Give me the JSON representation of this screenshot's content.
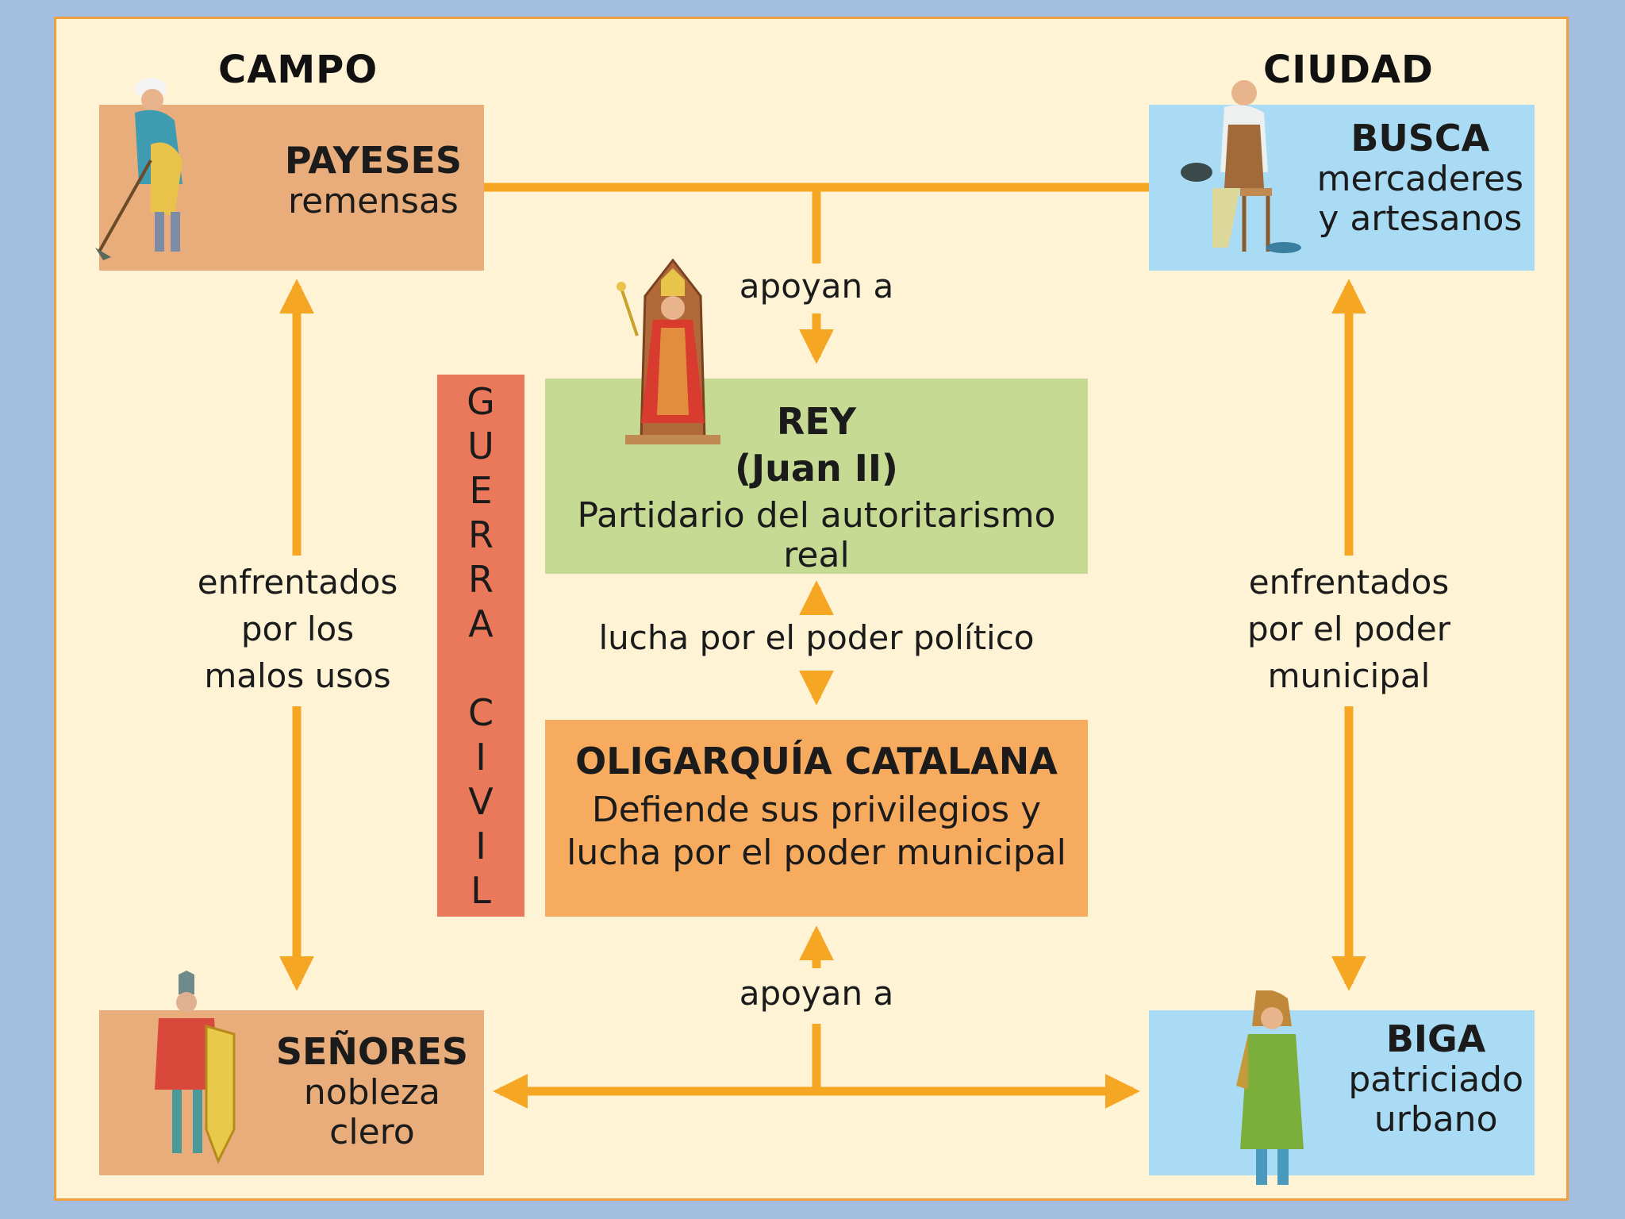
{
  "headings": {
    "campo": "CAMPO",
    "ciudad": "CIUDAD"
  },
  "payeses": {
    "title": "PAYESES",
    "subtitle": "remensas"
  },
  "busca": {
    "title": "BUSCA",
    "line1": "mercaderes",
    "line2": "y artesanos"
  },
  "senores": {
    "title": "SEÑORES",
    "line1": "nobleza",
    "line2": "clero"
  },
  "biga": {
    "title": "BIGA",
    "line1": "patriciado",
    "line2": "urbano"
  },
  "rey": {
    "title": "REY",
    "name": "(Juan II)",
    "description": "Partidario del autoritarismo real"
  },
  "oligarquia": {
    "title": "OLIGARQUÍA CATALANA",
    "line1": "Defiende sus privilegios y",
    "line2": "lucha por el poder municipal"
  },
  "guerra_civil": [
    "G",
    "U",
    "E",
    "R",
    "R",
    "A",
    "",
    "C",
    "I",
    "V",
    "I",
    "L"
  ],
  "labels": {
    "apoyan_top": "apoyan a",
    "apoyan_bottom": "apoyan a",
    "lucha": "lucha por el poder político",
    "left": [
      "enfrentados",
      "por los",
      "malos usos"
    ],
    "right": [
      "enfrentados",
      "por el poder",
      "municipal"
    ]
  },
  "colors": {
    "background": "#a3bedf",
    "panel": "#fff3d5",
    "arrow": "#f5a623",
    "campo_box": "#e8ad7b",
    "ciudad_box": "#a9dcf4",
    "rey_box": "#c7da93",
    "oligarquia_box": "#f6ab5f",
    "guerra_box": "#e9795a"
  },
  "icons": {
    "payeses": "peasant-hoeing-icon",
    "busca": "seated-artisan-icon",
    "rey": "king-on-throne-icon",
    "senores": "knight-with-shield-icon",
    "biga": "noble-burgher-icon"
  }
}
